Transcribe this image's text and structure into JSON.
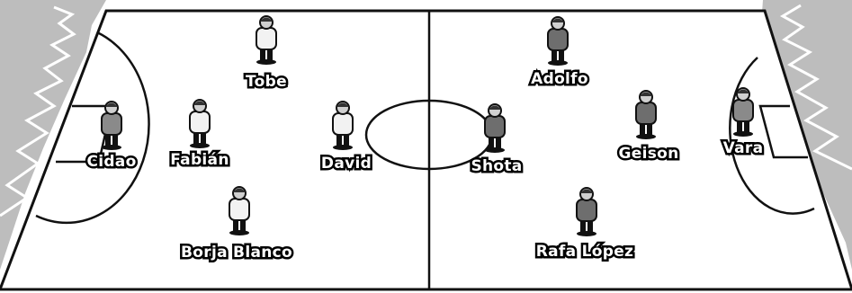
{
  "colors": {
    "pitch_fill": "#ffffff",
    "line": "#111111",
    "crowd": "#bdbdbd",
    "home_kit": "#f2f2f2",
    "away_kit": "#6e6e6e",
    "goalkeeper_kit": "#8a8a8a",
    "skin": "#d0d0d0",
    "hair": "#333333"
  },
  "teams": {
    "home": {
      "players": [
        {
          "name": "Cidao",
          "role": "goalkeeper"
        },
        {
          "name": "Tobe",
          "role": "outfield"
        },
        {
          "name": "Fabián",
          "role": "outfield"
        },
        {
          "name": "David",
          "role": "outfield"
        },
        {
          "name": "Borja Blanco",
          "role": "outfield"
        }
      ]
    },
    "away": {
      "players": [
        {
          "name": "Adolfo",
          "role": "outfield"
        },
        {
          "name": "Shota",
          "role": "outfield"
        },
        {
          "name": "Geison",
          "role": "outfield"
        },
        {
          "name": "Vara",
          "role": "goalkeeper"
        },
        {
          "name": "Rafa López",
          "role": "outfield"
        }
      ]
    }
  }
}
